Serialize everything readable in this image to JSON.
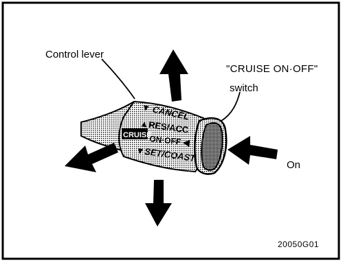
{
  "figure": {
    "callouts": {
      "control_lever": "Control lever",
      "switch_name": "\"CRUISE ON·OFF\"",
      "switch_word": "switch",
      "on": "On"
    },
    "lever_markings": {
      "cancel": "▼ CANCEL",
      "res_acc": "▲RES/ACC",
      "cruise": "CRUISE",
      "on_off": "ON·OFF ◀",
      "set_coast": "▼SET/COAST"
    },
    "figure_code": "20050G01"
  }
}
